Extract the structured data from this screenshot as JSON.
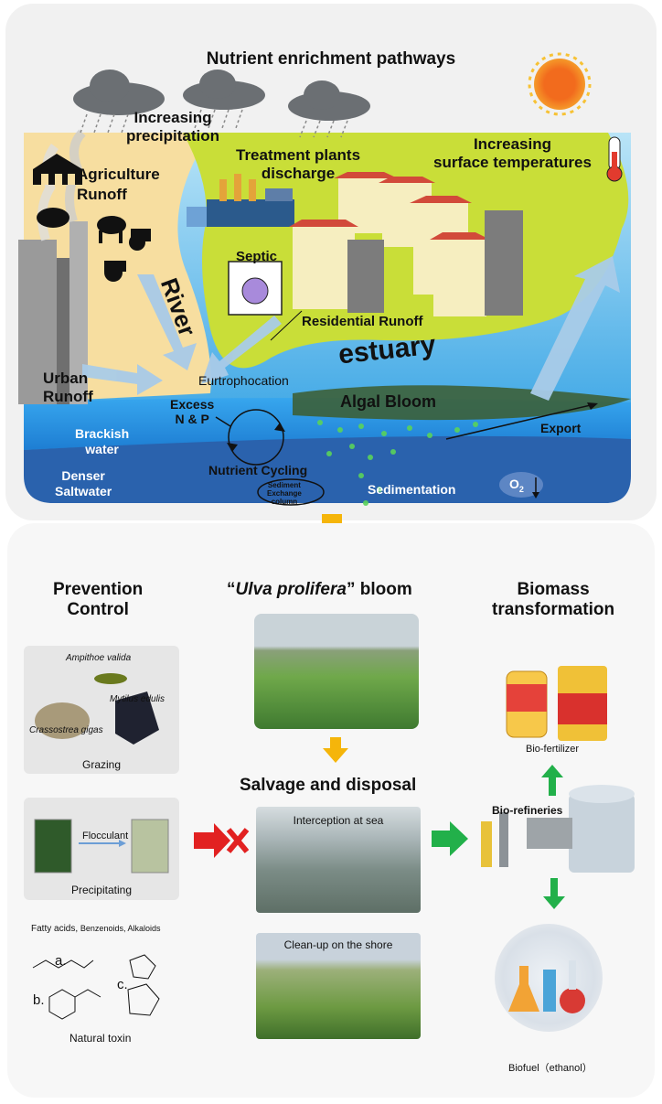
{
  "top": {
    "title": "Nutrient enrichment pathways",
    "precipitation": [
      "Increasing",
      "precipitation"
    ],
    "agriculture": [
      "Agriculture",
      "Runoff"
    ],
    "treatment": [
      "Treatment plants",
      "discharge"
    ],
    "temperature": [
      "Increasing",
      "surface temperatures"
    ],
    "septic": "Septic",
    "river": "River",
    "residential": "Residential Runoff",
    "estuary": "estuary",
    "urban": [
      "Urban",
      "Runoff"
    ],
    "eutrophication": "Eurtrophocation",
    "algal": "Algal Bloom",
    "excess": [
      "Excess",
      "N & P"
    ],
    "brackish": [
      "Brackish",
      "water"
    ],
    "export": "Export",
    "cycling": "Nutrient Cycling",
    "denser": [
      "Denser",
      "Saltwater"
    ],
    "sediment_col": [
      "Sediment",
      "Exchange",
      "column"
    ],
    "sedimentation": "Sedimentation",
    "o2": "O",
    "o2_sub": "2",
    "colors": {
      "sky": "#4fb3e6",
      "land": "#c9df3a",
      "sand": "#f7dea0",
      "water": "#1e88d8",
      "deep": "#2a5fae",
      "arrow_down": "#f5b50a"
    }
  },
  "bottom": {
    "prevention": [
      "Prevention",
      "Control"
    ],
    "bloom_title_pre": "“",
    "bloom_title_em": "Ulva prolifera",
    "bloom_title_post": "” bloom",
    "biomass": [
      "Biomass",
      "transformation"
    ],
    "grazing": {
      "species": [
        "Ampithoe valida",
        "Mytilus edulis",
        "Crassostrea gigas"
      ],
      "label": "Grazing"
    },
    "precipitating": {
      "flocculant": "Flocculant",
      "label": "Precipitating"
    },
    "toxin": {
      "classes_main": "Fatty acids,",
      "classes_small": "Benzenoids, Alkaloids",
      "a": "a.",
      "b": "b.",
      "c": "c.",
      "label": "Natural toxin"
    },
    "salvage": "Salvage and disposal",
    "interception": "Interception at sea",
    "cleanup": "Clean-up on the shore",
    "biofertilizer": "Bio-fertilizer",
    "biorefineries": "Bio-refineries",
    "biofuel": "Biofuel（ethanol）"
  }
}
